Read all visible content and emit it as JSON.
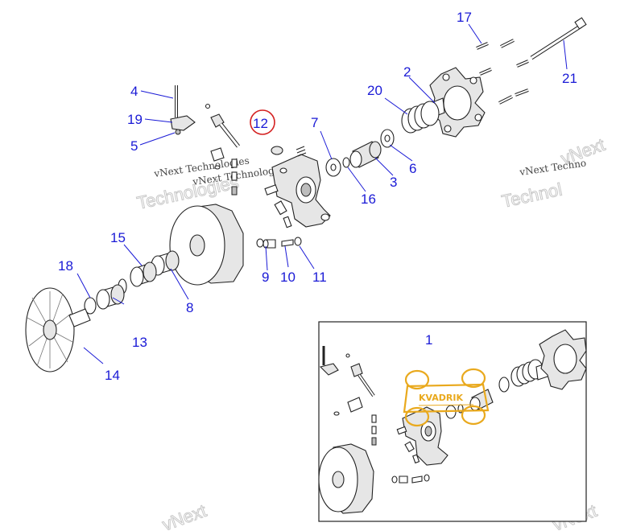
{
  "diagram": {
    "callouts": [
      {
        "id": "1",
        "label": "1"
      },
      {
        "id": "2",
        "label": "2"
      },
      {
        "id": "3",
        "label": "3"
      },
      {
        "id": "4",
        "label": "4"
      },
      {
        "id": "5",
        "label": "5"
      },
      {
        "id": "6",
        "label": "6"
      },
      {
        "id": "7",
        "label": "7"
      },
      {
        "id": "8",
        "label": "8"
      },
      {
        "id": "9",
        "label": "9"
      },
      {
        "id": "10",
        "label": "10"
      },
      {
        "id": "11",
        "label": "11"
      },
      {
        "id": "12",
        "label": "12"
      },
      {
        "id": "13",
        "label": "13"
      },
      {
        "id": "14",
        "label": "14"
      },
      {
        "id": "15",
        "label": "15"
      },
      {
        "id": "16",
        "label": "16"
      },
      {
        "id": "17",
        "label": "17"
      },
      {
        "id": "18",
        "label": "18"
      },
      {
        "id": "19",
        "label": "19"
      },
      {
        "id": "20",
        "label": "20"
      },
      {
        "id": "21",
        "label": "21"
      }
    ],
    "highlighted_callout": "12",
    "highlight_color": "#d42020",
    "callout_color": "#1a1ad6"
  },
  "watermarks": {
    "line_text": "vNext Technologies",
    "line_text_right": "vNext Techno",
    "big_text": "Technologies",
    "big_text_right": "Technol",
    "top_right": "vNext",
    "bottom_left": "vNext",
    "bottom_right": "vNext"
  },
  "logo": {
    "text": "KVADRIK",
    "color": "#e9a91d"
  }
}
